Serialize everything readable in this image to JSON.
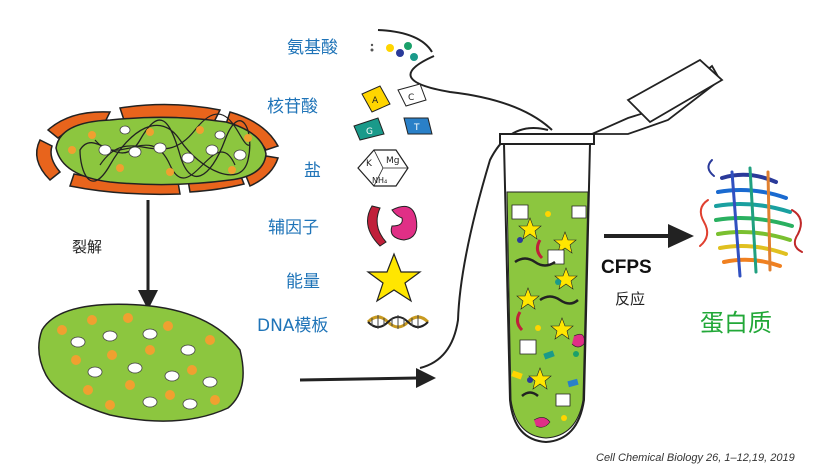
{
  "components": [
    {
      "label": "氨基酸",
      "icon": "amino-acid-dots-icon"
    },
    {
      "label": "核苷酸",
      "icon": "nucleotide-blocks-icon"
    },
    {
      "label": "盐",
      "icon": "salt-hexagon-icon"
    },
    {
      "label": "辅因子",
      "icon": "cofactor-shapes-icon"
    },
    {
      "label": "能量",
      "icon": "energy-star-icon"
    },
    {
      "label": "DNA模板",
      "icon": "dna-helix-icon"
    }
  ],
  "nucleotide_letters": [
    "A",
    "C",
    "G",
    "T"
  ],
  "salt_ions": {
    "k": "K",
    "mg": "Mg",
    "nh4": "NH₄"
  },
  "lysis_label": "裂解",
  "reaction_name": "CFPS",
  "reaction_label": "反应",
  "product_label": "蛋白质",
  "citation": "Cell Chemical Biology 26, 1–12,19, 2019",
  "colors": {
    "cell_green": "#8cc63f",
    "cell_orange": "#e8641c",
    "component_label_blue": "#1f74b8",
    "product_green": "#22a838",
    "star_yellow": "#ffe600",
    "cofactor_red": "#c0203a",
    "cofactor_pink": "#e02f86",
    "nucleotide_yellow": "#ffd500",
    "nucleotide_teal": "#1a9a8a",
    "nucleotide_blue": "#2a80c8"
  }
}
